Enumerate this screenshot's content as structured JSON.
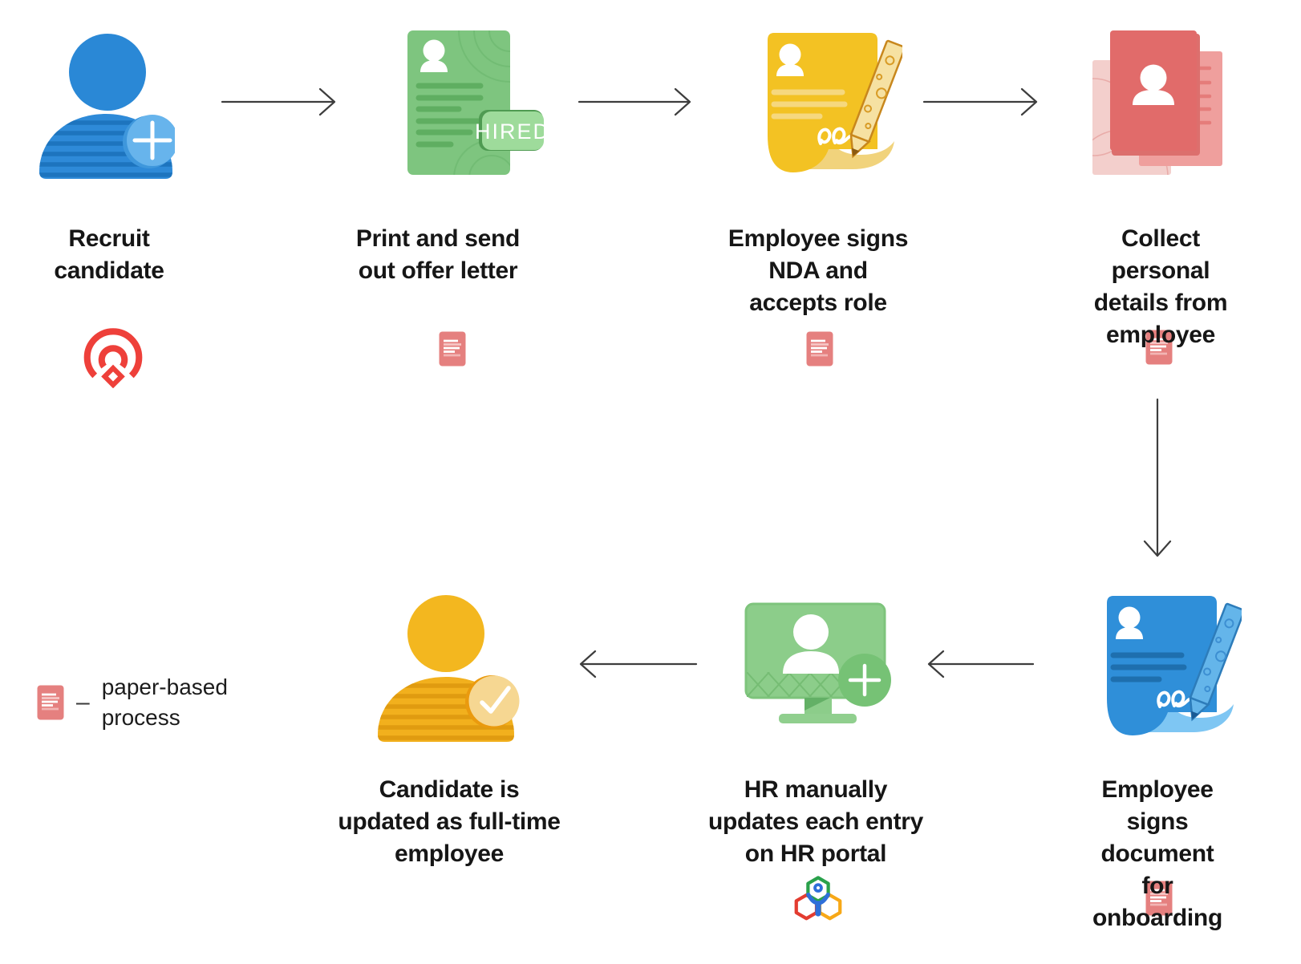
{
  "steps": [
    {
      "id": "recruit-candidate",
      "label": "Recruit\ncandidate",
      "icon": "person-add-icon",
      "marker": "zoho-recruit-logo"
    },
    {
      "id": "print-offer-letter",
      "label": "Print and send\nout offer letter",
      "icon": "offer-letter-icon",
      "badge": "HIRED",
      "marker": "paper-process-icon"
    },
    {
      "id": "sign-nda",
      "label": "Employee signs\nNDA and\naccepts role",
      "icon": "sign-document-yellow-icon",
      "marker": "paper-process-icon"
    },
    {
      "id": "collect-details",
      "label": "Collect personal\ndetails from\nemployee",
      "icon": "documents-stack-icon",
      "marker": "paper-process-icon"
    },
    {
      "id": "sign-onboarding",
      "label": "Employee signs\ndocument for\nonboarding",
      "icon": "sign-document-blue-icon",
      "marker": "paper-process-icon"
    },
    {
      "id": "hr-portal-update",
      "label": "HR manually\nupdates each entry\non HR portal",
      "icon": "monitor-add-icon",
      "marker": "zoho-people-logo"
    },
    {
      "id": "candidate-fulltime",
      "label": "Candidate is\nupdated as full-time\nemployee",
      "icon": "person-check-icon"
    }
  ],
  "flow": [
    "recruit-candidate -> print-offer-letter",
    "print-offer-letter -> sign-nda",
    "sign-nda -> collect-details",
    "collect-details -> sign-onboarding",
    "sign-onboarding -> hr-portal-update",
    "hr-portal-update -> candidate-fulltime"
  ],
  "legend": {
    "dash": "–",
    "label": "paper-based\nprocess"
  },
  "colors": {
    "blue": "#2a88d6",
    "blue_light": "#67b4ec",
    "blue_doc": "#2f8fd9",
    "green_doc": "#7ec57f",
    "green_tag": "#9edb9b",
    "green_monitor": "#8ccd8a",
    "yellow_doc": "#f3c223",
    "yellow_person": "#f2b01d",
    "red_doc": "#e16b6a",
    "red_mini": "#e5807f",
    "recruit_red": "#ee403a",
    "arrow": "#3d3d3d",
    "text": "#161616",
    "people_logo": {
      "green": "#2aa14b",
      "red": "#e33c30",
      "orange": "#f7a817",
      "blue": "#2e6fd9"
    }
  }
}
